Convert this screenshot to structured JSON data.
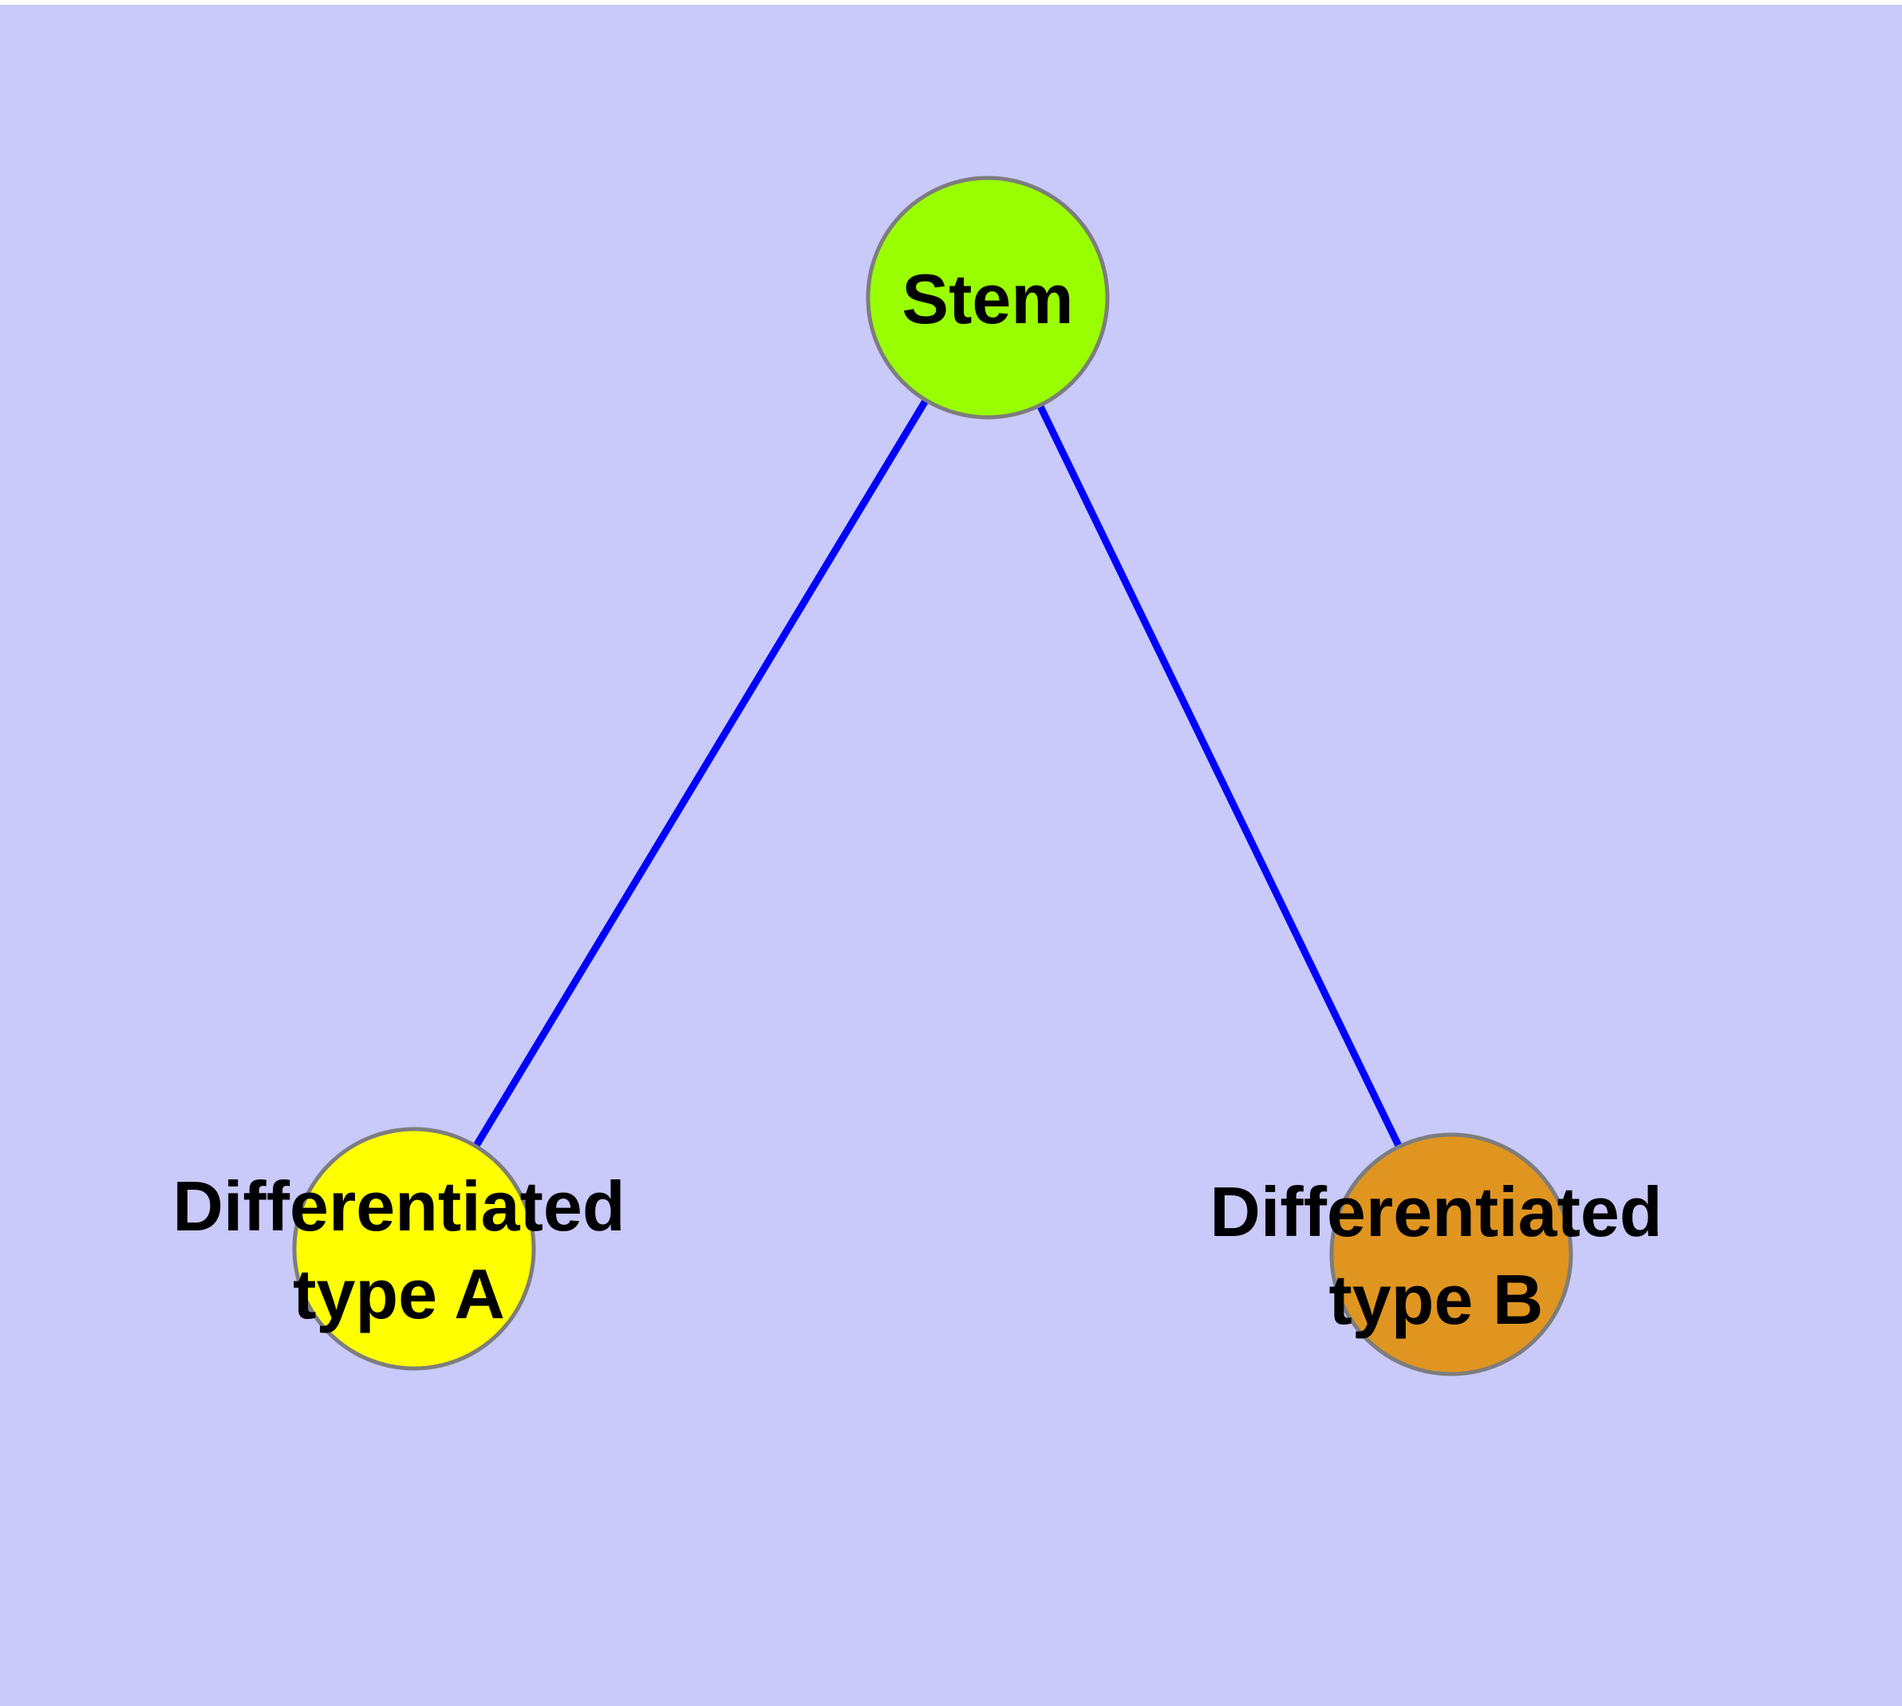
{
  "colors": {
    "page_margin": "#ffffff",
    "background": "#c9c9fa",
    "edge": "#0000ff",
    "node_border": "#7d7d7d",
    "label_text": "#000000"
  },
  "graph": {
    "type": "node-link-diagram",
    "nodes": [
      {
        "id": "stem",
        "lines": [
          "Stem"
        ],
        "fill": "#99fe00"
      },
      {
        "id": "differentiated-type-a",
        "lines": [
          "Differentiated",
          "type A"
        ],
        "fill": "#ffff00"
      },
      {
        "id": "differentiated-type-b",
        "lines": [
          "Differentiated",
          "type B"
        ],
        "fill": "#e09520"
      }
    ],
    "edges": [
      {
        "from": "stem",
        "to": "differentiated-type-a"
      },
      {
        "from": "stem",
        "to": "differentiated-type-b"
      }
    ]
  }
}
